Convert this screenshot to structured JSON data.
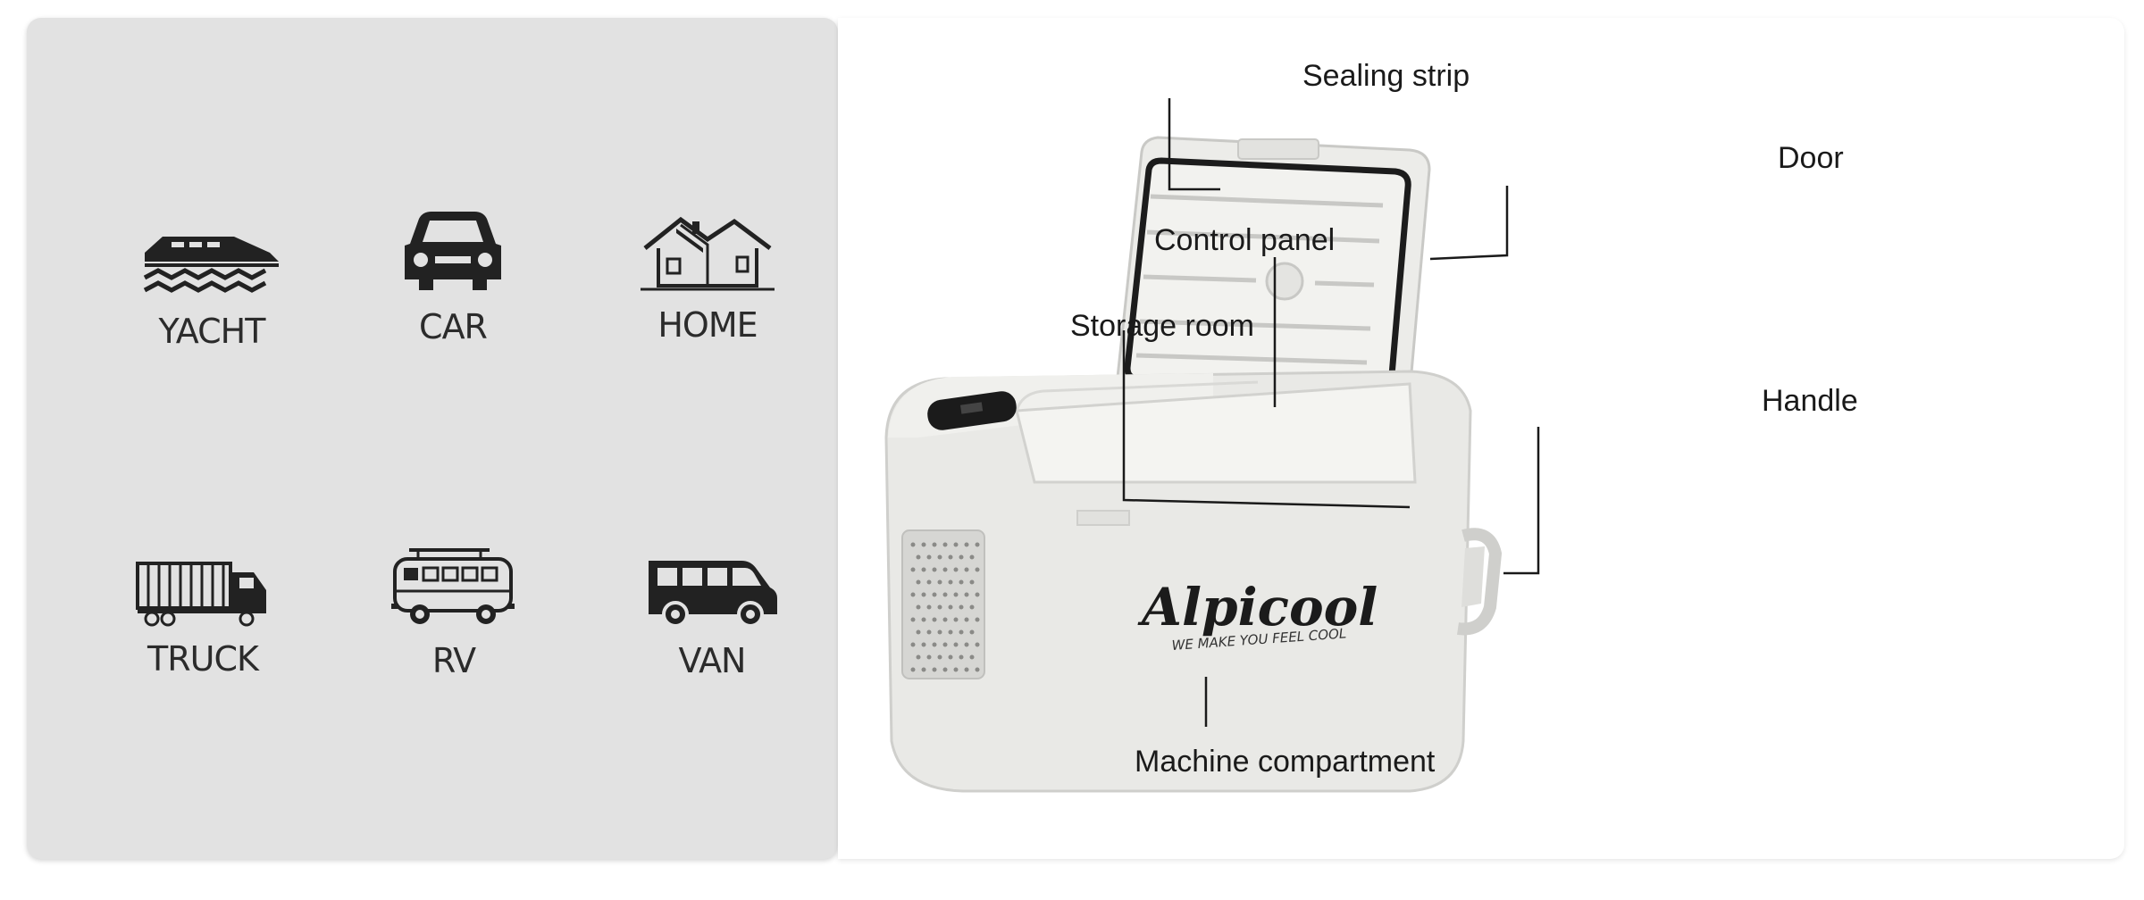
{
  "scenes": {
    "items": [
      {
        "label": "YACHT",
        "icon": "yacht-icon"
      },
      {
        "label": "CAR",
        "icon": "car-icon"
      },
      {
        "label": "HOME",
        "icon": "home-icon"
      },
      {
        "label": "TRUCK",
        "icon": "truck-icon"
      },
      {
        "label": "RV",
        "icon": "rv-icon"
      },
      {
        "label": "VAN",
        "icon": "van-icon"
      }
    ]
  },
  "product": {
    "brand_logo": "Alpicool",
    "brand_slogan": "WE MAKE YOU FEEL COOL",
    "callouts": {
      "sealing_strip": "Sealing strip",
      "door": "Door",
      "control_panel": "Control panel",
      "storage_room": "Storage room",
      "handle": "Handle",
      "machine_compartment": "Machine compartment"
    }
  },
  "colors": {
    "scene_bg": "#e2e2e2",
    "icon": "#222222",
    "fridge_body": "#e9e9e6",
    "line": "#1a1a1a"
  }
}
